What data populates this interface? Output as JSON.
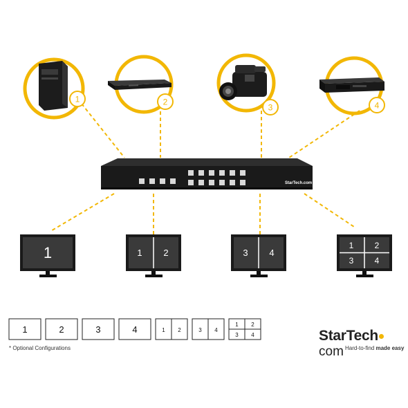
{
  "sources": [
    {
      "number": "1",
      "icon": "computer-tower-icon"
    },
    {
      "number": "2",
      "icon": "blu-ray-player-icon"
    },
    {
      "number": "3",
      "icon": "video-camera-icon"
    },
    {
      "number": "4",
      "icon": "satellite-receiver-icon"
    }
  ],
  "device": {
    "brand": "StarTech.com"
  },
  "monitors": [
    {
      "cells": [
        "1"
      ]
    },
    {
      "cells": [
        "1",
        "2"
      ]
    },
    {
      "cells": [
        "3",
        "4"
      ]
    },
    {
      "cells": [
        "1",
        "2",
        "3",
        "4"
      ]
    }
  ],
  "configurations": [
    {
      "cells": [
        "1"
      ]
    },
    {
      "cells": [
        "2"
      ]
    },
    {
      "cells": [
        "3"
      ]
    },
    {
      "cells": [
        "4"
      ]
    },
    {
      "cells": [
        "1",
        "2"
      ]
    },
    {
      "cells": [
        "3",
        "4"
      ]
    },
    {
      "cells": [
        "1",
        "2",
        "3",
        "4"
      ]
    }
  ],
  "footnote": "* Optional Configurations",
  "logo": {
    "name": "StarTech",
    "suffix": "com",
    "tagline_plain": "Hard-to-find ",
    "tagline_bold": "made easy"
  },
  "colors": {
    "accent": "#f2b705",
    "device": "#1a1a1a",
    "screen": "#3a3a3a"
  }
}
